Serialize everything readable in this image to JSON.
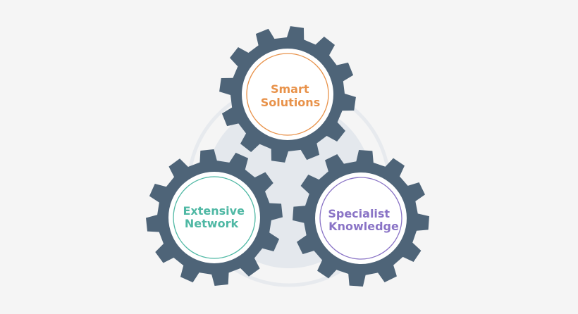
{
  "gears": [
    {
      "id": "smart",
      "lines": [
        "Smart",
        "Solutions"
      ],
      "text_color": "#e8924a",
      "ring_color": "#e8924a"
    },
    {
      "id": "network",
      "lines": [
        "Extensive",
        "Network"
      ],
      "text_color": "#4fb8a4",
      "ring_color": "#4fb8a4"
    },
    {
      "id": "knowledge",
      "lines": [
        "Specialist",
        "Knowledge"
      ],
      "text_color": "#8a74c6",
      "ring_color": "#8a74c6"
    }
  ],
  "colors": {
    "background": "#f5f5f5",
    "gear": "#4e6478",
    "gear_face": "#ffffff",
    "backdrop_disc": "#e4e8ed",
    "backdrop_ring": "#e7eaee"
  },
  "icons": {
    "gear": "gear-icon"
  }
}
